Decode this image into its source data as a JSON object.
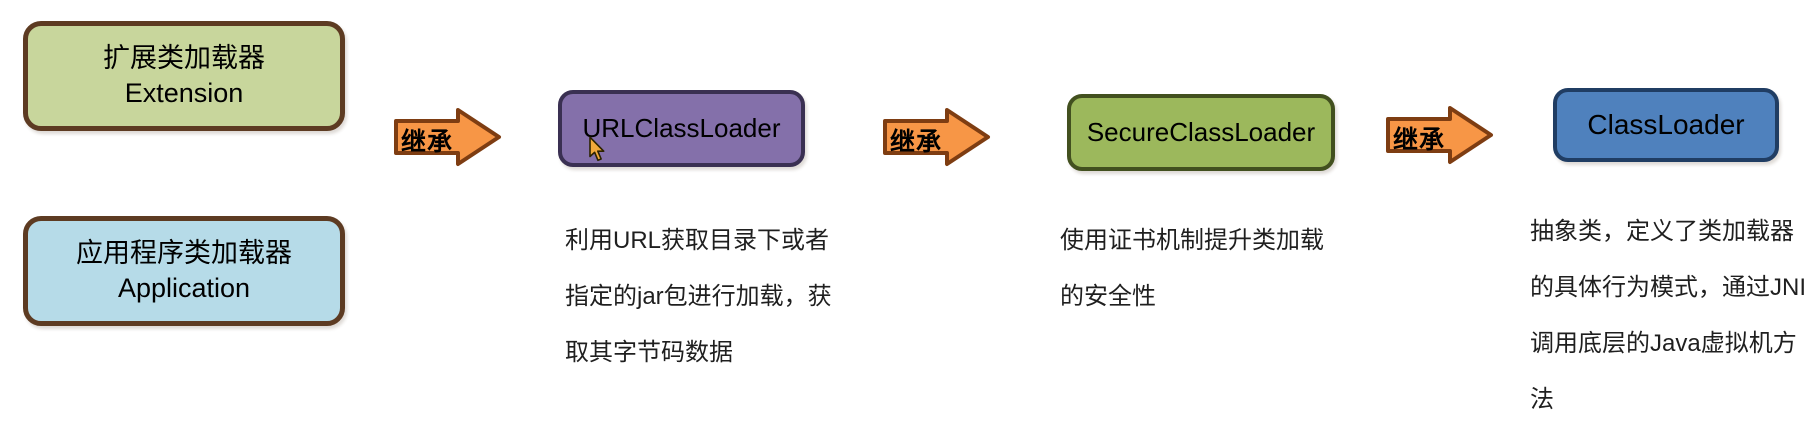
{
  "diagram": {
    "nodes": [
      {
        "id": "extension",
        "lines": [
          "扩展类加载器",
          "Extension"
        ],
        "fill": "#c8d69c",
        "border": "#5d3b22"
      },
      {
        "id": "application",
        "lines": [
          "应用程序类加载器",
          "Application"
        ],
        "fill": "#b6dbe8",
        "border": "#5d3b22"
      },
      {
        "id": "urlclassloader",
        "label": "URLClassLoader",
        "fill": "#8470aa",
        "border": "#3a3052"
      },
      {
        "id": "secureclassloader",
        "label": "SecureClassLoader",
        "fill": "#9cb85c",
        "border": "#42501f"
      },
      {
        "id": "classloader",
        "label": "ClassLoader",
        "fill": "#4f81bd",
        "border": "#203d63"
      }
    ],
    "arrows": [
      {
        "label": "继承",
        "fill": "#f79646",
        "border": "#7e3d12"
      },
      {
        "label": "继承",
        "fill": "#f79646",
        "border": "#7e3d12"
      },
      {
        "label": "继承",
        "fill": "#f79646",
        "border": "#7e3d12"
      }
    ],
    "descriptions": [
      {
        "node": "URLClassLoader",
        "lines": [
          "利用URL获取目录下或者",
          "指定的jar包进行加载，获",
          "取其字节码数据"
        ]
      },
      {
        "node": "SecureClassLoader",
        "lines": [
          "使用证书机制提升类加载",
          "的安全性"
        ]
      },
      {
        "node": "ClassLoader",
        "lines": [
          "抽象类，定义了类加载器",
          "的具体行为模式，通过JNI",
          "调用底层的Java虚拟机方",
          "法"
        ]
      }
    ],
    "cursor": {
      "name": "mouse-cursor",
      "color": "#f2a93b"
    }
  }
}
